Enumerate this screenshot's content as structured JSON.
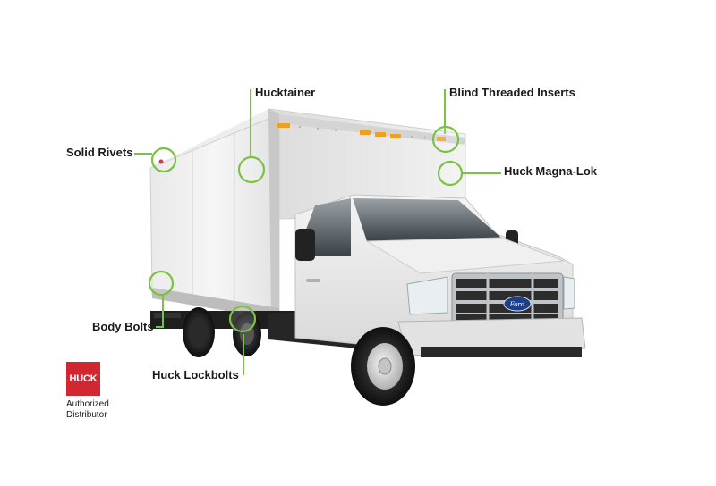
{
  "labels": {
    "hucktainer": "Hucktainer",
    "blind_threaded_inserts": "Blind Threaded Inserts",
    "solid_rivets": "Solid Rivets",
    "huck_magna_lok": "Huck Magna-Lok",
    "body_bolts": "Body Bolts",
    "huck_lockbolts": "Huck Lockbolts"
  },
  "brand": {
    "logo_text": "HUCK",
    "distributor_line1": "Authorized",
    "distributor_line2": "Distributor"
  },
  "vehicle": {
    "grille_badge": "Ford"
  },
  "colors": {
    "callout_green": "#7cc242",
    "logo_red": "#d22630",
    "label_text": "#1a1a1a"
  }
}
